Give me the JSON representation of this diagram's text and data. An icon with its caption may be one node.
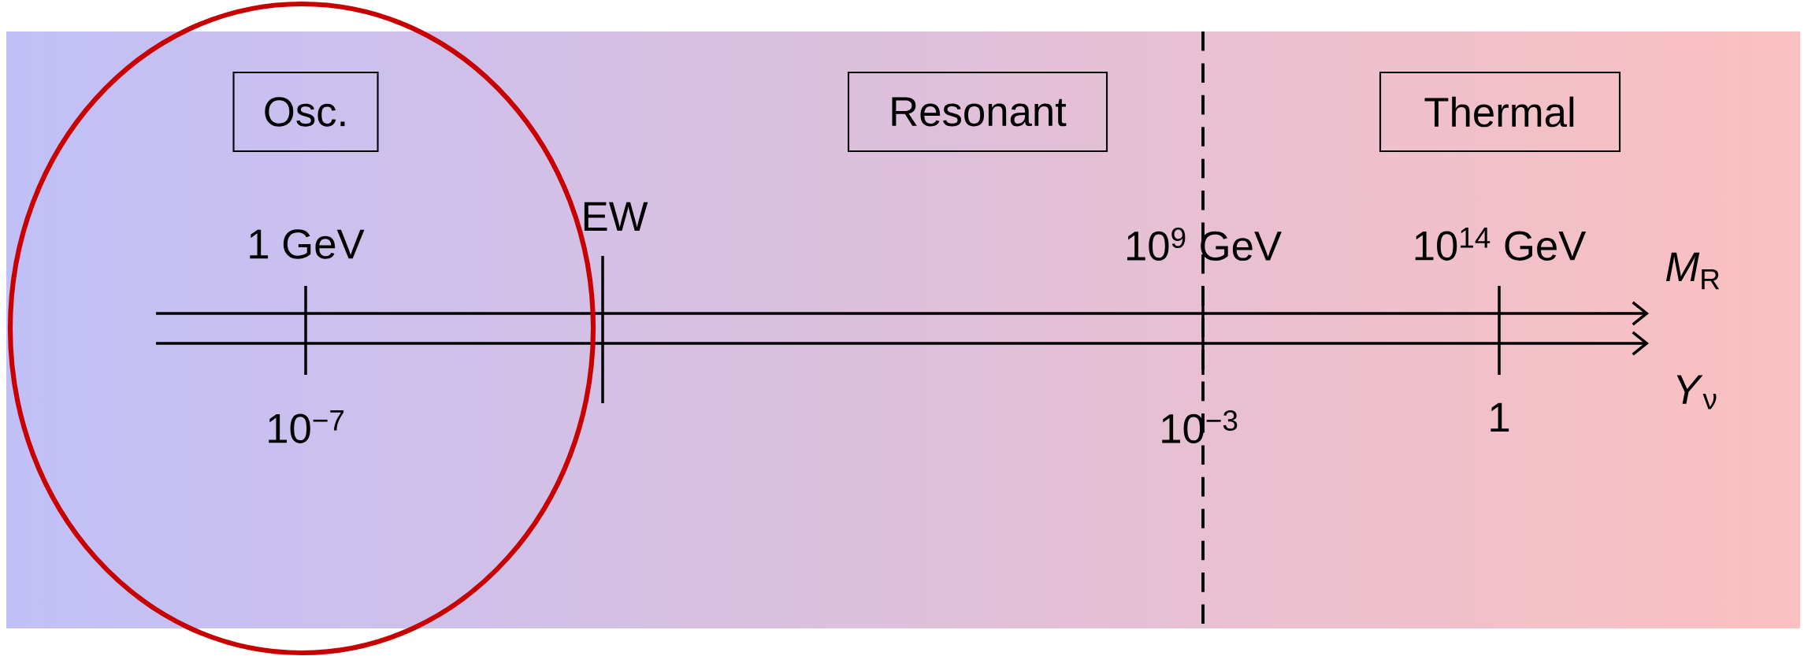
{
  "diagram": {
    "nodes": [
      {
        "text": [
          "Osc."
        ]
      },
      {
        "text": [
          "Resonant"
        ]
      },
      {
        "text": [
          "Thermal"
        ]
      }
    ],
    "labels": [
      "1 GeV",
      "EW",
      "10$^{9}$ GeV",
      "10$^{14}$ GeV",
      "*M*$_{R}$",
      "10$^{−7}$",
      "10$^{−3}$",
      "1",
      "*Y*$_{ν}$"
    ]
  }
}
